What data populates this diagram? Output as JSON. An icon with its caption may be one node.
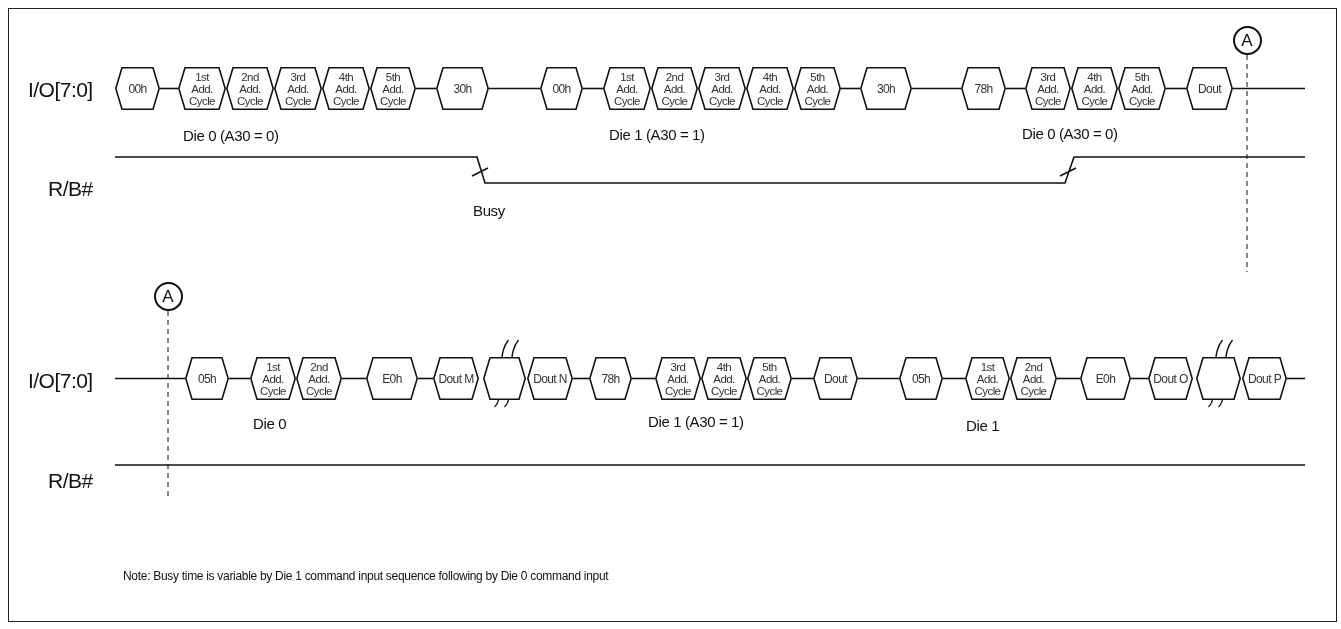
{
  "diagram": {
    "nodes": [
      {
        "text": [
          "00h"
        ]
      },
      {
        "text": [
          "1st Add. Cycle"
        ]
      },
      {
        "text": [
          "2nd Add. Cycle"
        ]
      },
      {
        "text": [
          "3rd Add. Cycle"
        ]
      },
      {
        "text": [
          "4th Add. Cycle"
        ]
      },
      {
        "text": [
          "5th Add. Cycle"
        ]
      },
      {
        "text": [
          "30h"
        ]
      },
      {
        "text": [
          "00h"
        ]
      },
      {
        "text": [
          "1st Add. Cycle"
        ]
      },
      {
        "text": [
          "2nd Add. Cycle"
        ]
      },
      {
        "text": [
          "3rd Add. Cycle"
        ]
      },
      {
        "text": [
          "4th Add. Cycle"
        ]
      },
      {
        "text": [
          "5th Add. Cycle"
        ]
      },
      {
        "text": [
          "30h"
        ]
      },
      {
        "text": [
          "78h"
        ]
      },
      {
        "text": [
          "3rd Add. Cycle"
        ]
      },
      {
        "text": [
          "4th Add. Cycle"
        ]
      },
      {
        "text": [
          "5th Add. Cycle"
        ]
      },
      {
        "text": [
          "Dout"
        ]
      },
      {
        "text": [
          "A"
        ]
      },
      {
        "text": [
          "A"
        ]
      },
      {
        "text": [
          "05h"
        ]
      },
      {
        "text": [
          "1st Add. Cycle"
        ]
      },
      {
        "text": [
          "2nd Add. Cycle"
        ]
      },
      {
        "text": [
          "E0h"
        ]
      },
      {
        "text": [
          "Dout M"
        ]
      },
      {
        "text": [],
        "shape": "hexagon"
      },
      {
        "text": [
          "Dout N"
        ]
      },
      {
        "text": [
          "78h"
        ]
      },
      {
        "text": [
          "3rd Add. Cycle"
        ]
      },
      {
        "text": [
          "4th Add. Cycle"
        ]
      },
      {
        "text": [
          "5th Add. Cycle"
        ]
      },
      {
        "text": [
          "Dout"
        ]
      },
      {
        "text": [
          "05h"
        ]
      },
      {
        "text": [
          "1st Add. Cycle"
        ]
      },
      {
        "text": [
          "2nd Add. Cycle"
        ]
      },
      {
        "text": [
          "E0h"
        ]
      },
      {
        "text": [
          "Dout O"
        ]
      },
      {
        "text": [],
        "shape": "hexagon"
      },
      {
        "text": [
          "Dout P"
        ]
      }
    ],
    "edges": [
      {
        "from": 0,
        "to": 1,
        "arrow": "none"
      },
      {
        "from": 5,
        "to": 6,
        "arrow": "none"
      },
      {
        "from": 6,
        "to": 7,
        "arrow": "none"
      },
      {
        "from": 7,
        "to": 8,
        "arrow": "none"
      },
      {
        "from": 12,
        "to": 13,
        "arrow": "none"
      },
      {
        "from": 13,
        "to": 14,
        "arrow": "none"
      },
      {
        "from": 14,
        "to": 15,
        "arrow": "none"
      },
      {
        "from": 17,
        "to": 18,
        "arrow": "none"
      },
      {
        "from": 18,
        "to": null,
        "arrow": "none"
      },
      {
        "from": null,
        "to": 21,
        "arrow": "none"
      },
      {
        "from": 21,
        "to": 22,
        "arrow": "none"
      },
      {
        "from": 23,
        "to": 24,
        "arrow": "none"
      },
      {
        "from": 24,
        "to": 25,
        "arrow": "none"
      },
      {
        "from": 27,
        "to": 28,
        "arrow": "none"
      },
      {
        "from": 28,
        "to": 29,
        "arrow": "none"
      },
      {
        "from": 31,
        "to": 32,
        "arrow": "none"
      },
      {
        "from": 32,
        "to": 33,
        "arrow": "none"
      },
      {
        "from": 33,
        "to": 34,
        "arrow": "none"
      },
      {
        "from": 35,
        "to": 36,
        "arrow": "none"
      },
      {
        "from": 36,
        "to": 37,
        "arrow": "none"
      },
      {
        "from": 39,
        "to": null,
        "arrow": "none"
      }
    ],
    "labels": [
      "I/O[7:0]",
      "Die 0 (A30 = 0)",
      "Die 1 (A30 = 1)",
      "Die 0 (A30 = 0)",
      "R/B#",
      "Busy",
      "I/O[7:0]",
      "Die 0",
      "Die 1 (A30 = 1)",
      "Die 1",
      "R/B#",
      "Note: Busy time is variable by Die 1 command input sequence following by Die 0 command input"
    ]
  }
}
